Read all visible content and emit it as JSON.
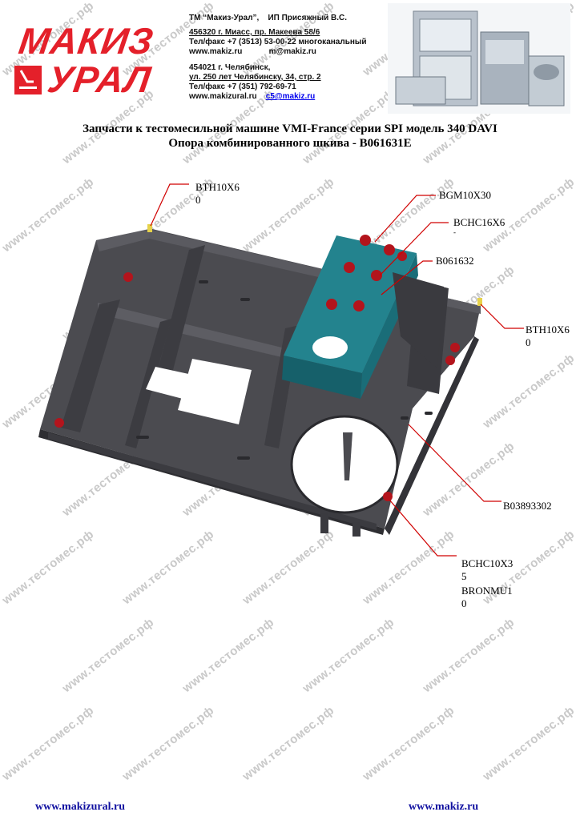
{
  "header": {
    "tm_line": "ТМ “Макиз-Урал”,",
    "ip_line": "ИП Присяжный В.С.",
    "address1": "456320 г. Миасс, пр. Макеева 58/6",
    "phone1": "Тел/факс +7 (3513) 53-00-22 многоканальный",
    "site1": "www.makiz.ru",
    "email1": "m@makiz.ru",
    "address2": "454021 г. Челябинск,",
    "address2b": "ул. 250 лет Челябинску, 34, стр. 2",
    "phone2": "Тел/факс +7 (351) 792-69-71",
    "site2": "www.makizural.ru",
    "email2": "c5@makiz.ru"
  },
  "logo": {
    "line1": "МАКИЗ",
    "line2": "УРАЛ"
  },
  "title": {
    "line1": "Запчасти к тестомесильной машине VMI-France серии SPI модель 340 DAVI",
    "line2": "Опора комбинированного шкива - B061631E"
  },
  "callouts": {
    "bth_left": [
      "BTH10X6",
      "0"
    ],
    "bgm": "BGM10X30",
    "bchc16": [
      "BCHC16X6",
      "-"
    ],
    "b061632": "B061632",
    "bth_right": [
      "BTH10X6",
      "0"
    ],
    "b038": "B03893302",
    "bchc10": [
      "BCHC10X3",
      "5"
    ],
    "bronmu": [
      "BRONMU1",
      "0"
    ]
  },
  "watermark": "www.тестомес.рф",
  "footer": {
    "left": "www.makizural.ru",
    "right": "www.makiz.ru"
  },
  "colors": {
    "brand_red": "#e4202a",
    "frame": "#4a4a4f",
    "block": "#1f7b86",
    "bolt": "#b3141c",
    "leader": "#d00000"
  }
}
